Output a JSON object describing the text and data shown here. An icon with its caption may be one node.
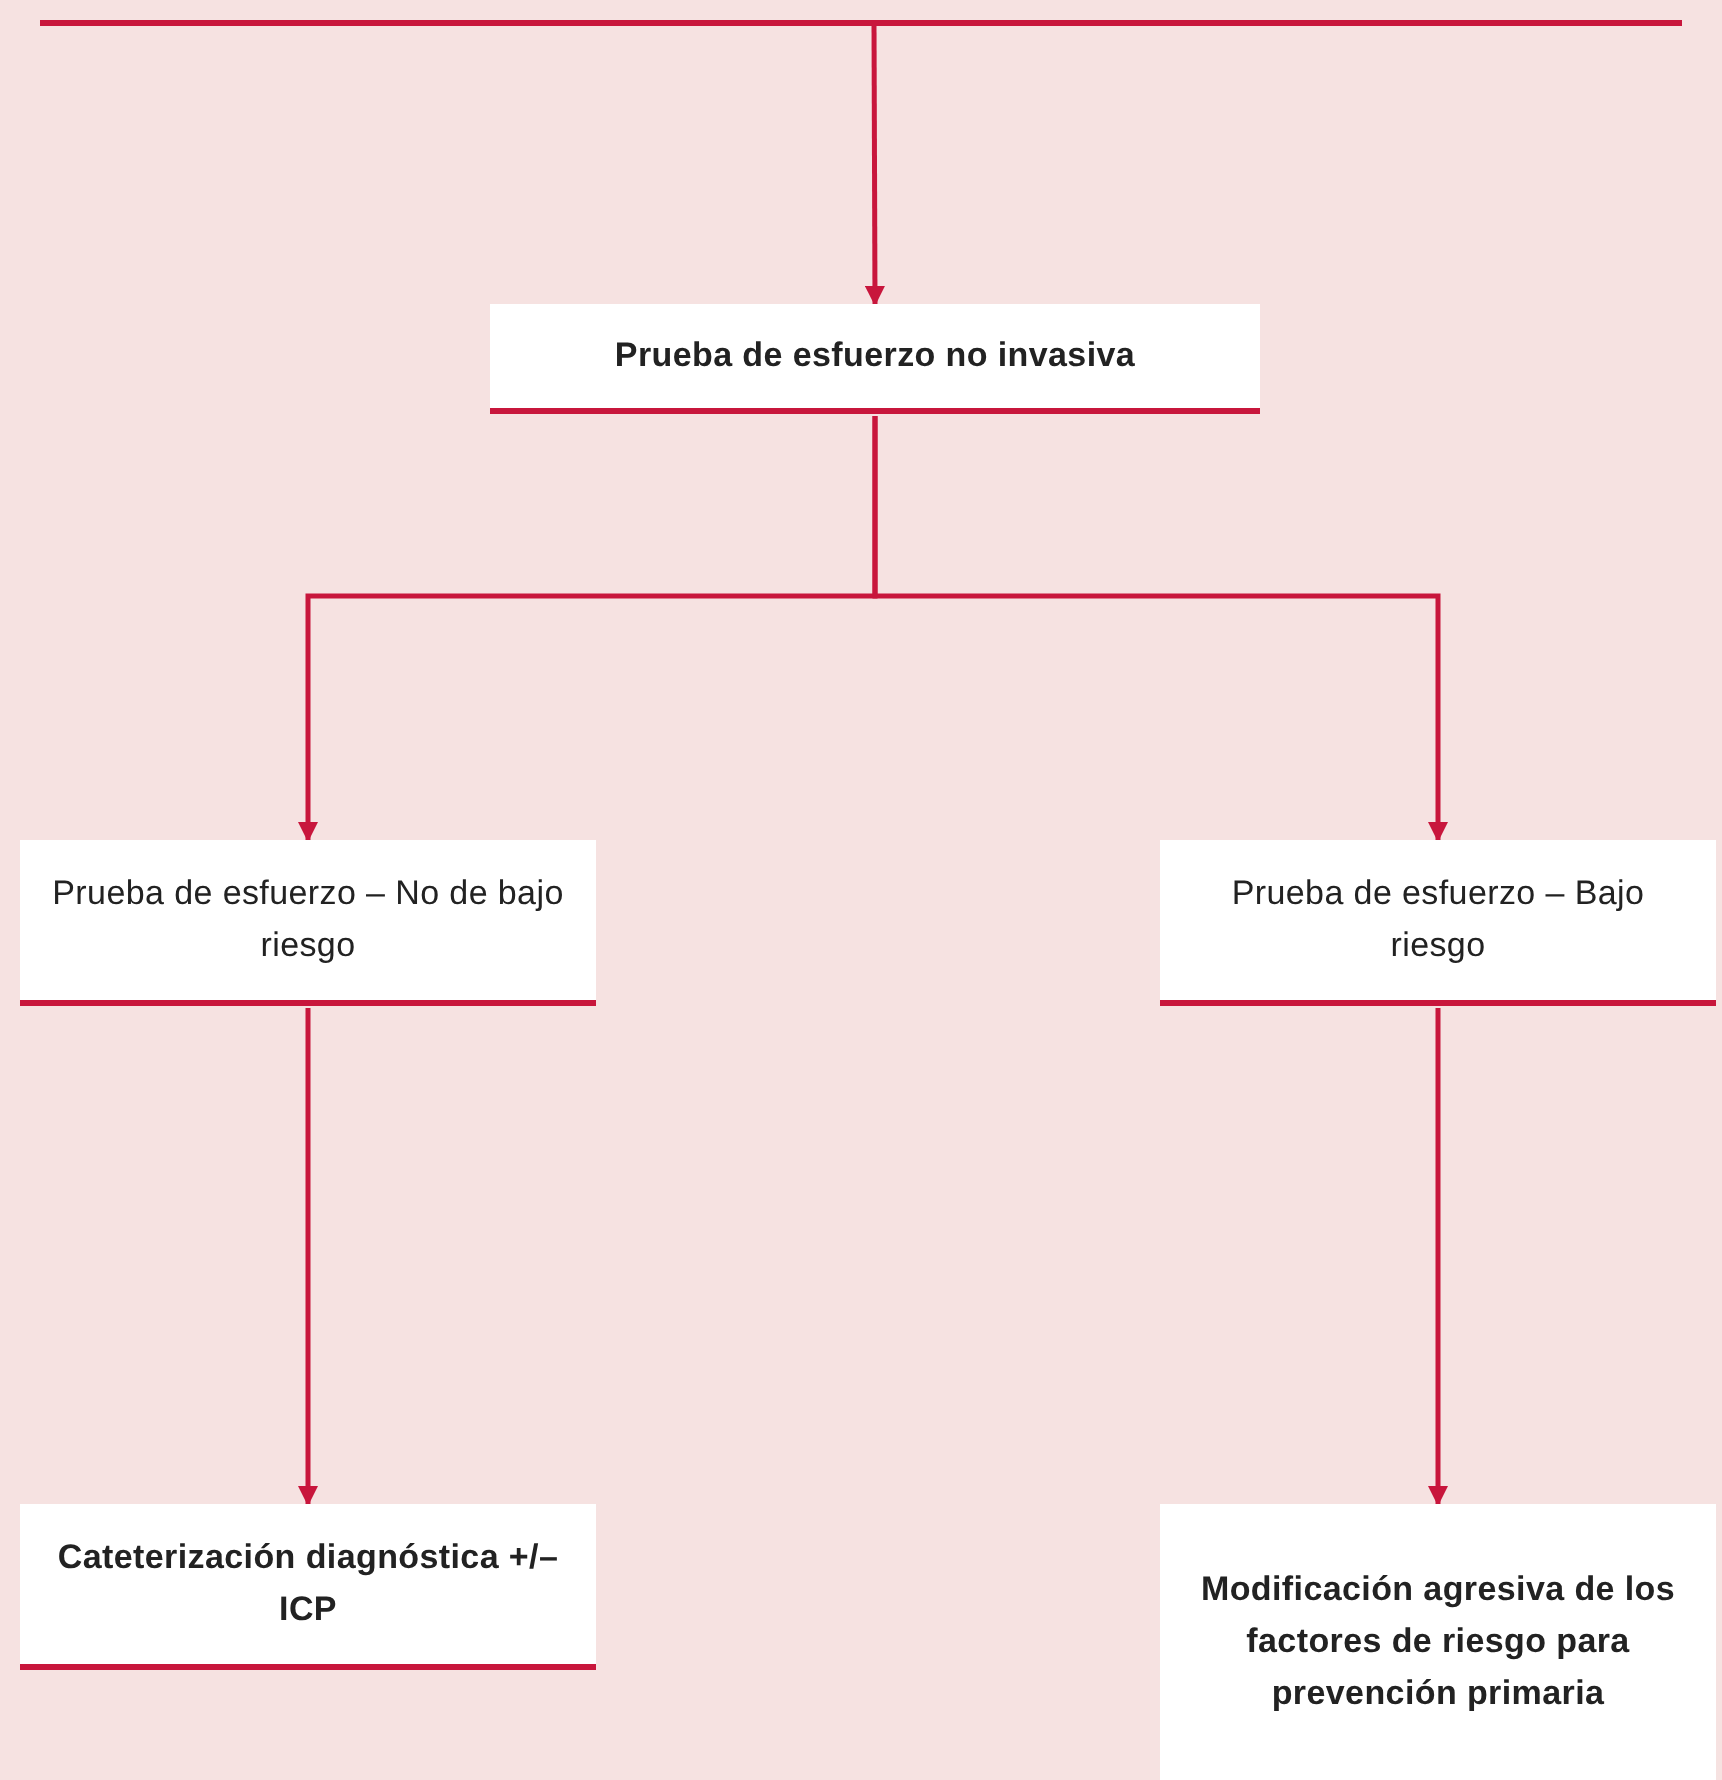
{
  "diagram": {
    "nodes": [
      {
        "text": [
          "Prueba de esfuerzo no invasiva"
        ]
      },
      {
        "text": [
          "Prueba de esfuerzo – No de bajo riesgo"
        ]
      },
      {
        "text": [
          "Prueba de esfuerzo – Bajo riesgo"
        ]
      },
      {
        "text": [
          "Cateterización diagnóstica +/– ICP"
        ]
      },
      {
        "text": [
          "Modificación agresiva de los factores de riesgo para prevención primaria"
        ]
      }
    ],
    "edges": [
      {
        "from": null,
        "to": 0,
        "arrow": "to"
      },
      {
        "from": 0,
        "to": 1,
        "arrow": "to"
      },
      {
        "from": 0,
        "to": 2,
        "arrow": "to"
      },
      {
        "from": 1,
        "to": 3,
        "arrow": "to"
      },
      {
        "from": 2,
        "to": 4,
        "arrow": "to"
      }
    ]
  }
}
